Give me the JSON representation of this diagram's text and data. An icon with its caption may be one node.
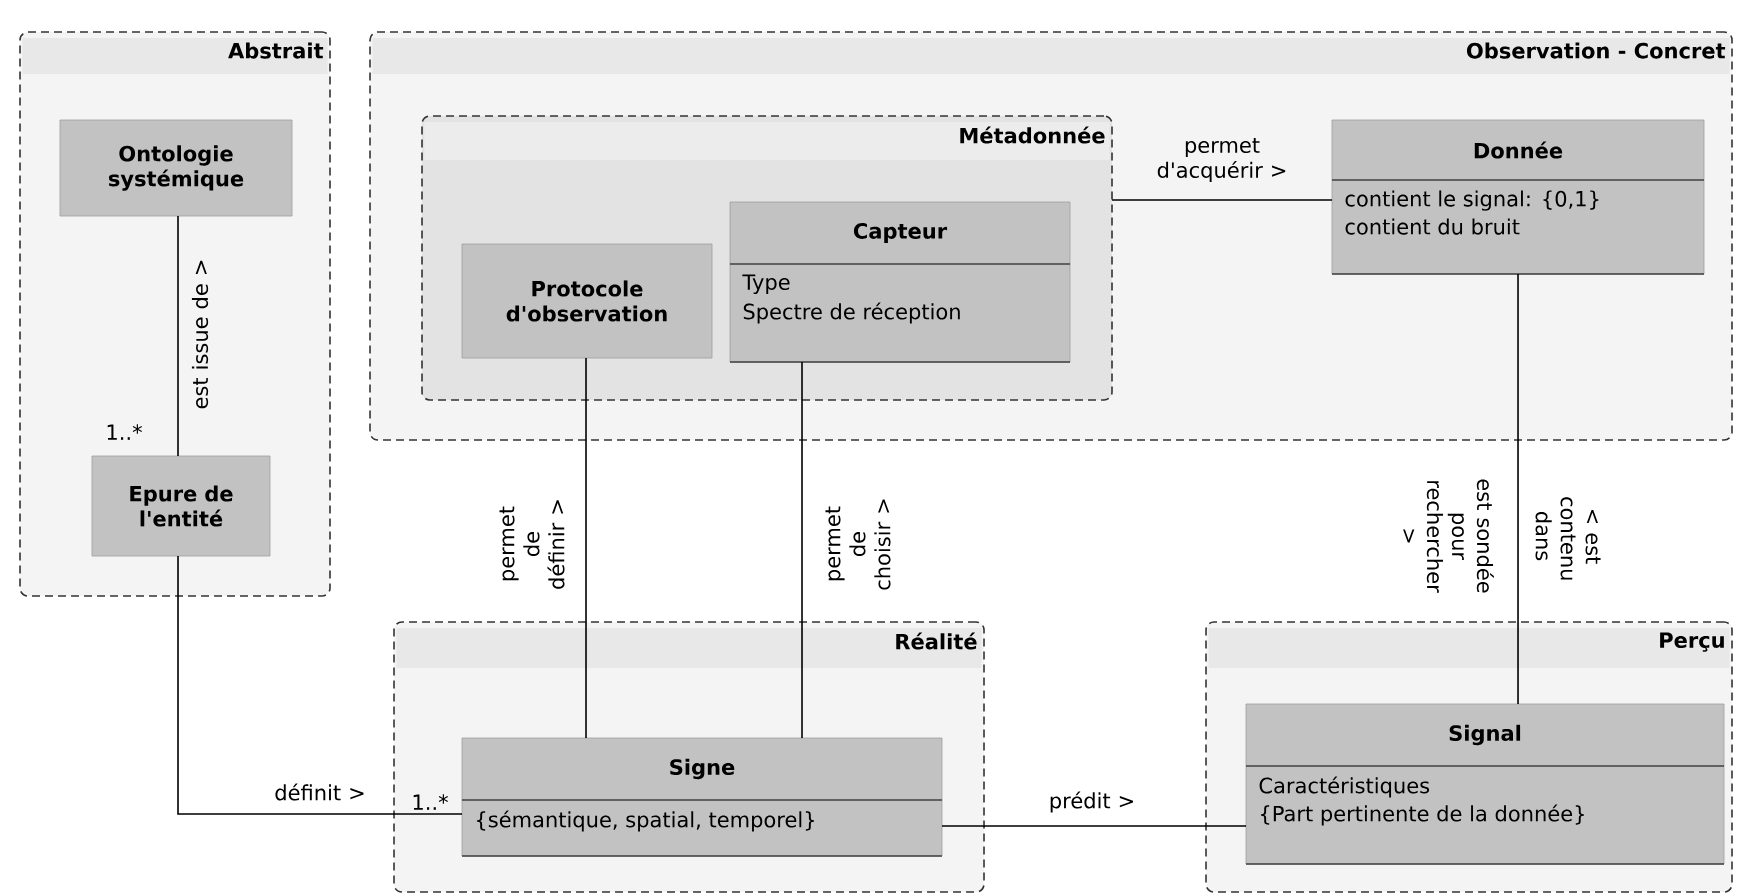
{
  "diagram": {
    "nodes": [
      {
        "text": [
          "Abstrait"
        ]
      },
      {
        "text": [
          "Ontologie systémique"
        ],
        "in": 0
      },
      {
        "text": [
          "Epure de l'entité"
        ],
        "in": 0,
        "beside": [
          "1..*"
        ]
      },
      {
        "text": [
          "Observation - Concret"
        ]
      },
      {
        "text": [
          "Métadonnée"
        ],
        "in": 3
      },
      {
        "text": [
          "Protocole d'observation"
        ],
        "in": 4
      },
      {
        "text": [
          "Capteur",
          "Type",
          "Spectre de réception"
        ],
        "in": 4
      },
      {
        "text": [
          "Donnée",
          "contient le signal: {0,1}",
          "contient du bruit"
        ],
        "in": 3
      },
      {
        "text": [
          "Réalité"
        ]
      },
      {
        "text": [
          "Signe",
          "{sémantique, spatial, temporel}"
        ],
        "in": 8,
        "beside": [
          "1..*"
        ]
      },
      {
        "text": [
          "Perçu"
        ]
      },
      {
        "text": [
          "Signal",
          "Caractéristiques",
          "{Part pertinente de la donnée}"
        ],
        "in": 10
      }
    ],
    "edges": [
      {
        "from": 1,
        "to": 2,
        "arrow": "none",
        "label": "est issue de >"
      },
      {
        "from": 4,
        "to": 7,
        "arrow": "none",
        "label": "permet d'acquérir >"
      },
      {
        "from": 5,
        "to": 9,
        "arrow": "none",
        "label": "permet de définir >"
      },
      {
        "from": 6,
        "to": 9,
        "arrow": "none",
        "label": "permet de choisir >"
      },
      {
        "from": 7,
        "to": 11,
        "arrow": "none",
        "label": "est sondée pour rechercher >"
      },
      {
        "from": 2,
        "to": 9,
        "arrow": "none",
        "label": "définit >"
      },
      {
        "from": 9,
        "to": 11,
        "arrow": "none",
        "label": "prédit >"
      }
    ],
    "labels": [
      "< est contenu dans"
    ]
  }
}
